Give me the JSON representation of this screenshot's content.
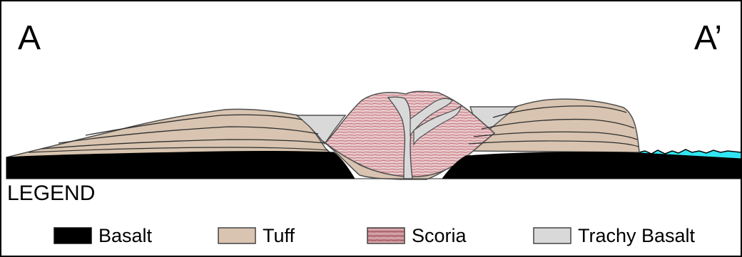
{
  "figure": {
    "label_left": "A",
    "label_right": "A’",
    "legend_title": "LEGEND"
  },
  "legend": {
    "items": [
      {
        "label": "Basalt",
        "color": "#000000",
        "icon": "basalt-swatch"
      },
      {
        "label": "Tuff",
        "color": "#d8c4b0",
        "icon": "tuff-swatch"
      },
      {
        "label": "Scoria",
        "color": "#c9929a",
        "icon": "scoria-swatch"
      },
      {
        "label": "Trachy Basalt",
        "color": "#d9d9d9",
        "icon": "trachy-basalt-swatch"
      }
    ]
  }
}
